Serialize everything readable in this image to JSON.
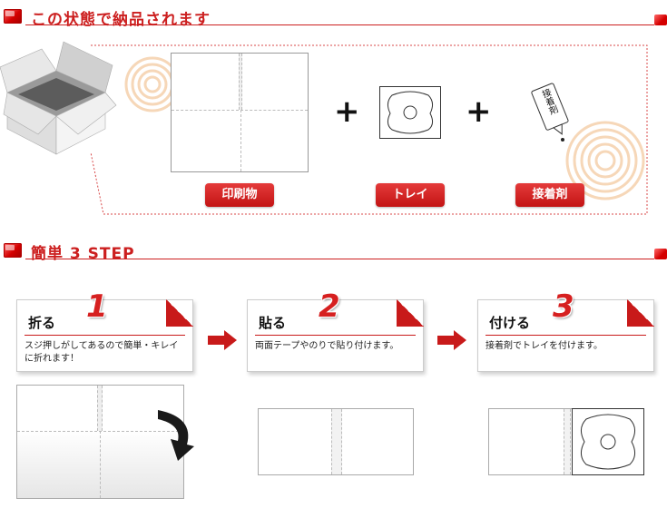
{
  "section1": {
    "title": "この状態で納品されます"
  },
  "labels": {
    "print": "印刷物",
    "tray": "トレイ",
    "glue": "接着剤"
  },
  "glue_bottle_text": "接着剤",
  "plus1": "+",
  "plus2": "+",
  "section2": {
    "title": "簡単 3 STEP"
  },
  "steps": [
    {
      "num": "1",
      "title": "折る",
      "desc": "スジ押しがしてあるので簡単・キレイに折れます！"
    },
    {
      "num": "2",
      "title": "貼る",
      "desc": "両面テープやのりで貼り付けます。"
    },
    {
      "num": "3",
      "title": "付ける",
      "desc": "接着剤でトレイを付けます。"
    }
  ],
  "colors": {
    "accent": "#cc1f1f",
    "dotted": "#d84a4a"
  }
}
